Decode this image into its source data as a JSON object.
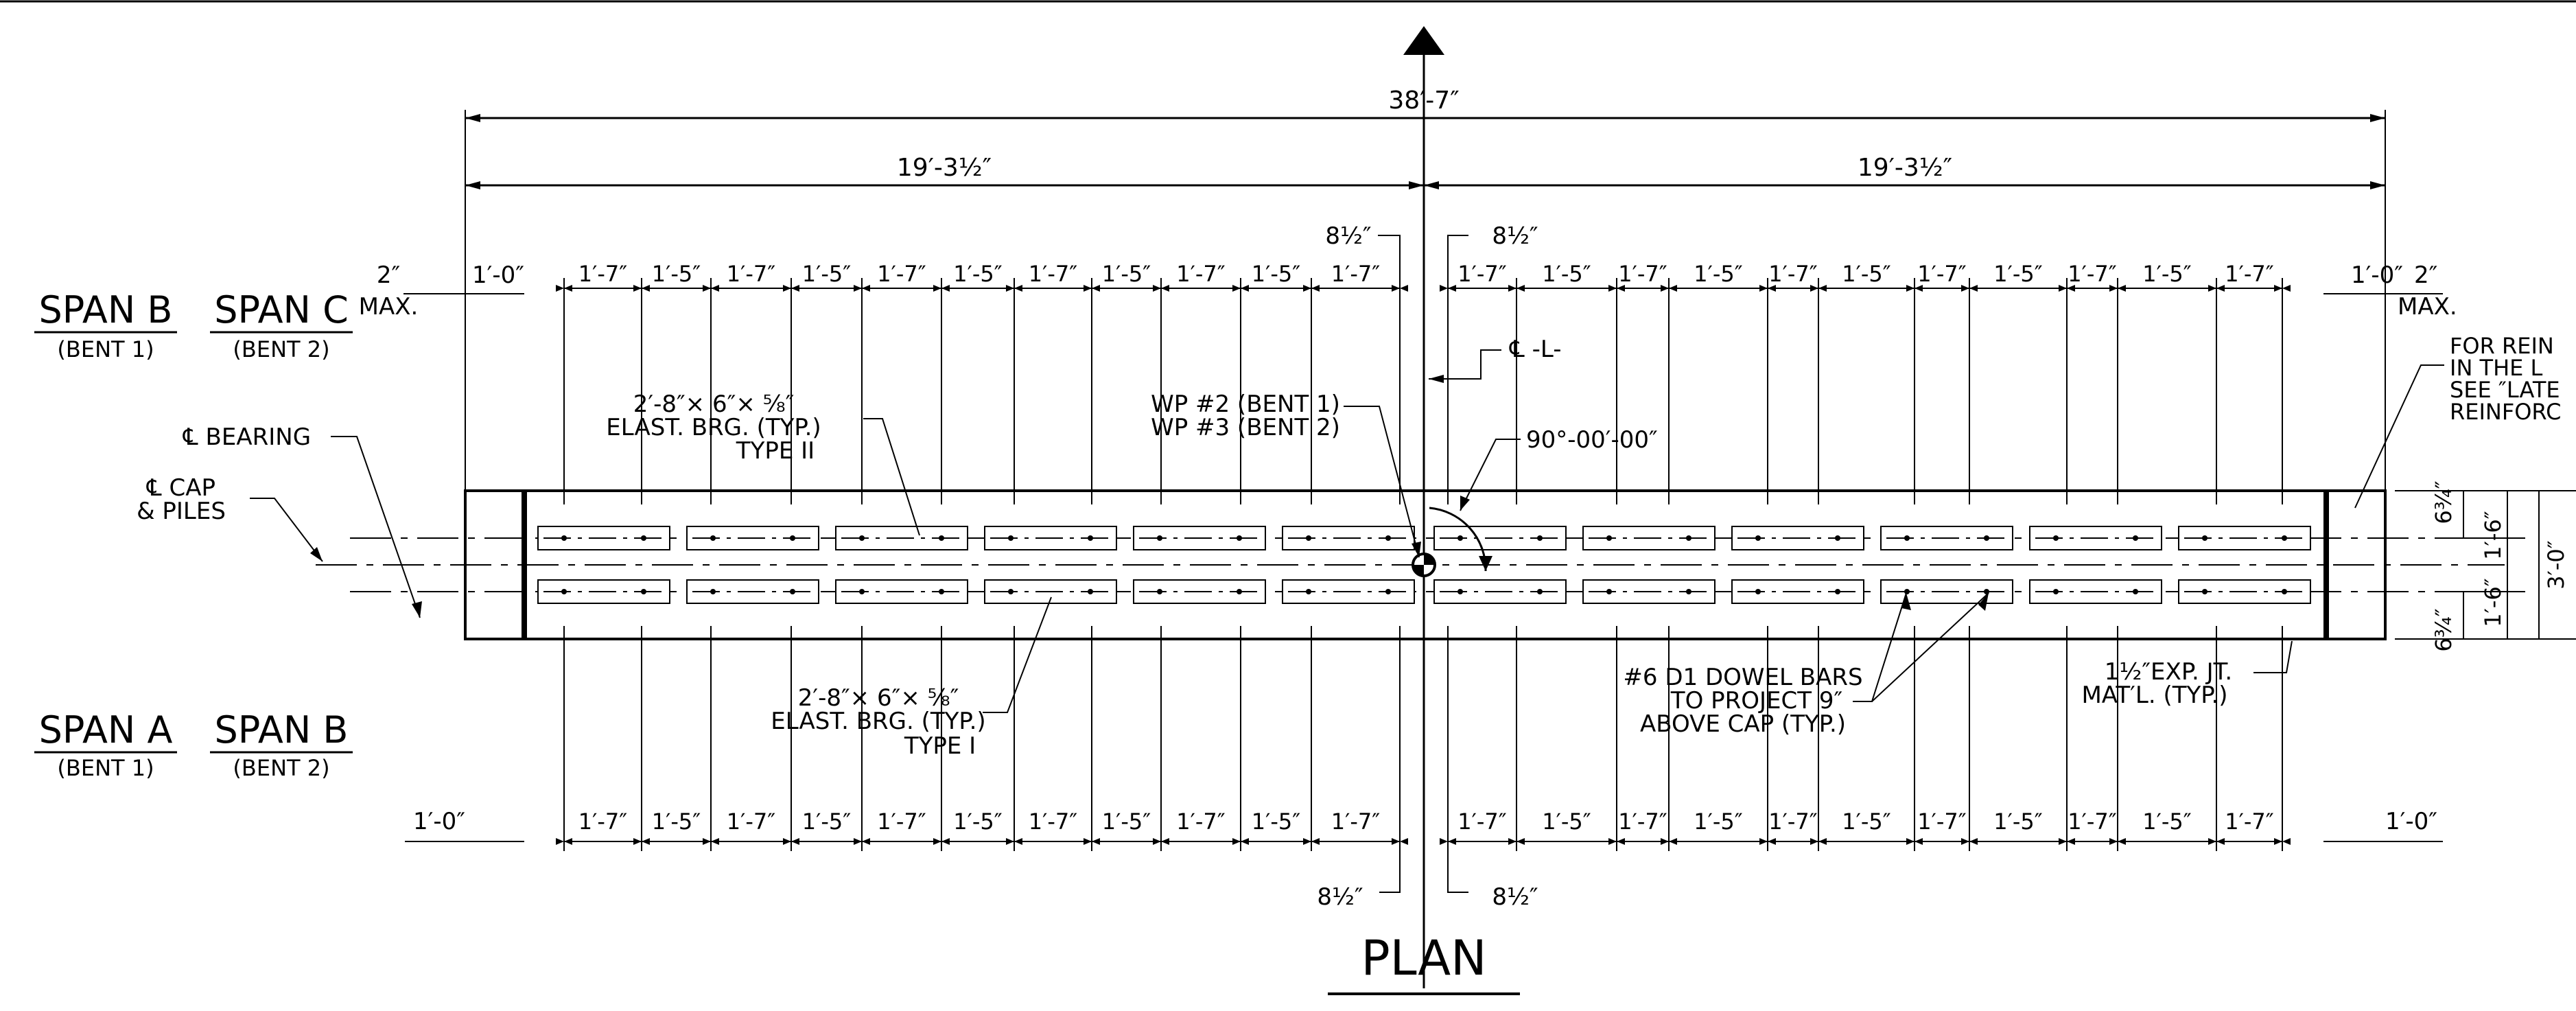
{
  "overall_dim": "38′-7″",
  "half_dim_left": "19′-3½″",
  "half_dim_right": "19′-3½″",
  "half_inch_left_top": "8½″",
  "half_inch_right_top": "8½″",
  "half_inch_left_bottom": "8½″",
  "half_inch_right_bottom": "8½″",
  "edge_dims": {
    "two_inch": "2″",
    "max": "MAX.",
    "one_foot": "1′-0″"
  },
  "spacing_labels_left": [
    "1′-7″",
    "1′-5″",
    "1′-7″",
    "1′-5″",
    "1′-7″",
    "1′-5″",
    "1′-7″",
    "1′-5″",
    "1′-7″",
    "1′-5″",
    "1′-7″"
  ],
  "spacing_labels_right": [
    "1′-7″",
    "1′-5″",
    "1′-7″",
    "1′-5″",
    "1′-7″",
    "1′-5″",
    "1′-7″",
    "1′-5″",
    "1′-7″",
    "1′-5″",
    "1′-7″"
  ],
  "span_top_left": {
    "title": "SPAN B",
    "sub": "(BENT 1)"
  },
  "span_top_right": {
    "title": "SPAN C",
    "sub": "(BENT 2)"
  },
  "span_bottom_left": {
    "title": "SPAN A",
    "sub": "(BENT 1)"
  },
  "span_bottom_right": {
    "title": "SPAN B",
    "sub": "(BENT 2)"
  },
  "cl_bearing": "℄ BEARING",
  "cl_cap_line1": "℄ CAP",
  "cl_cap_line2": "& PILES",
  "cl_l": "℄ -L-",
  "angle": "90°-00′-00″",
  "wp_line1": "WP #2 (BENT 1)",
  "wp_line2": "WP #3 (BENT 2)",
  "brg_type2": {
    "line1": "2′-8″× 6″× ⅝″",
    "line2": "ELAST. BRG. (TYP.)",
    "line3": "TYPE II"
  },
  "brg_type1": {
    "line1": "2′-8″× 6″× ⅝″",
    "line2": "ELAST. BRG. (TYP.)",
    "line3": "TYPE I"
  },
  "dowel_note": {
    "line1": "#6 D1 DOWEL BARS",
    "line2": "TO PROJECT 9″",
    "line3": "ABOVE CAP (TYP.)"
  },
  "exp_jt": {
    "line1": "1½″EXP. JT.",
    "line2": "MAT′L. (TYP.)"
  },
  "reinf_note": {
    "line1": "FOR REIN",
    "line2": "IN THE L",
    "line3": "SEE ″LATE",
    "line4": "REINFORC"
  },
  "cap_dims": {
    "top_offset": "6¾″",
    "upper": "1′-6″",
    "lower": "1′-6″",
    "bottom_offset": "6¾″",
    "total": "3′-0″"
  },
  "title": "PLAN",
  "bearing_count_per_side": 6
}
